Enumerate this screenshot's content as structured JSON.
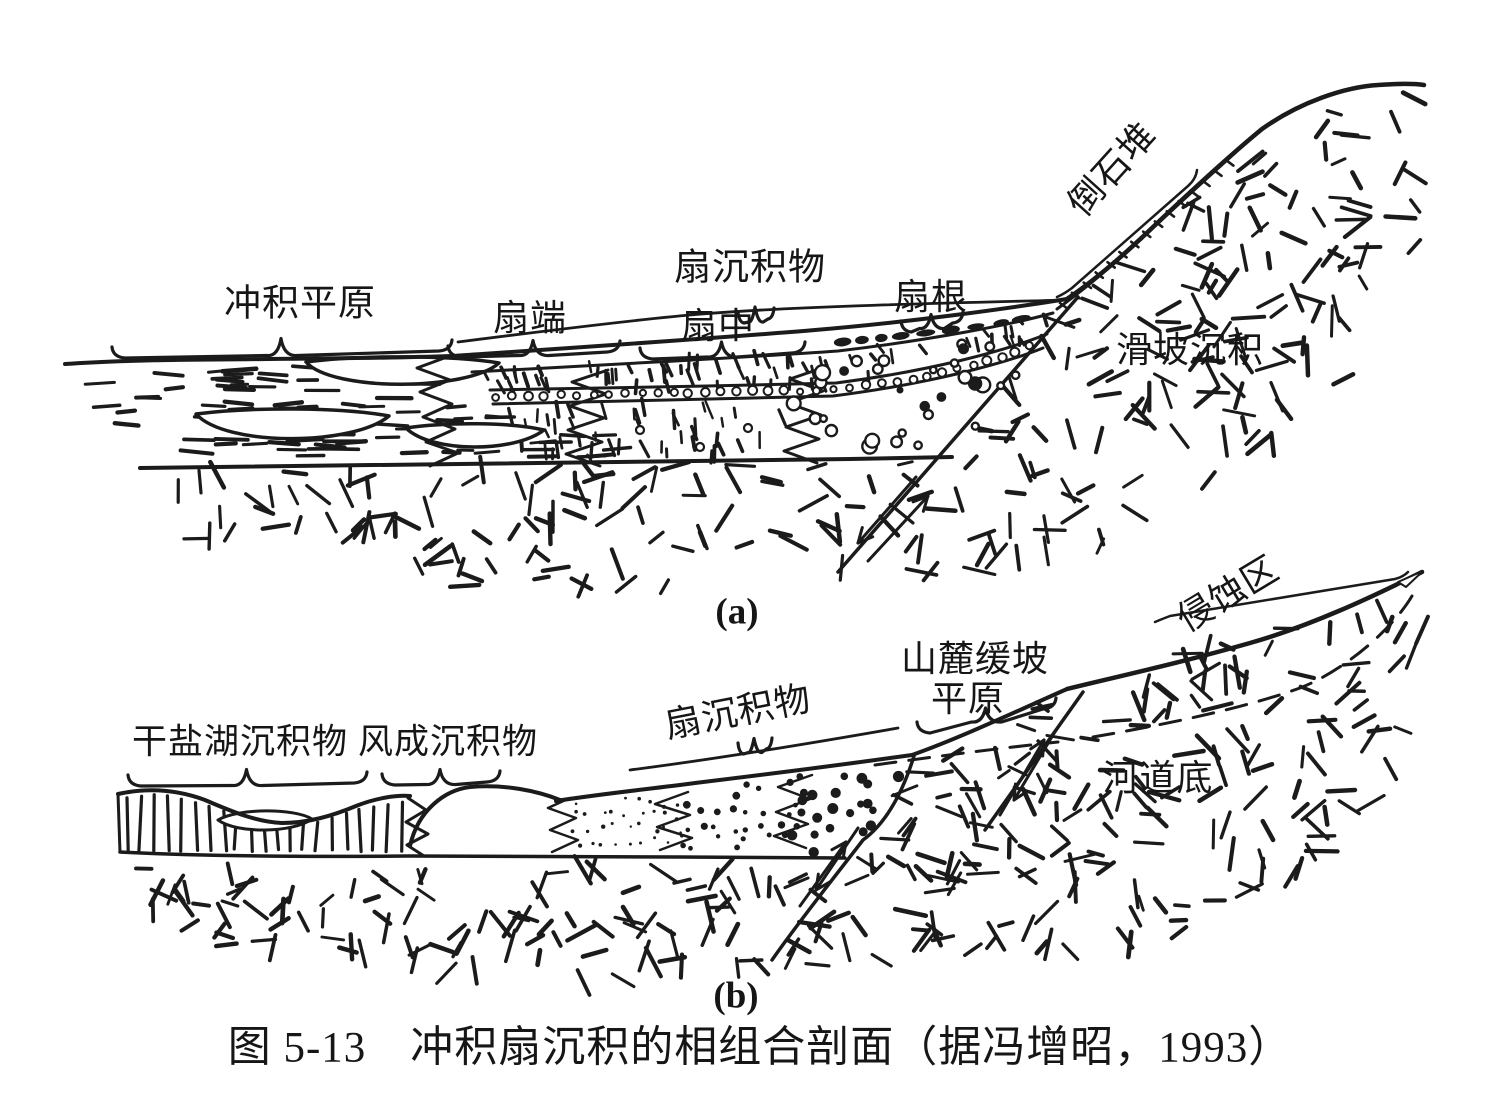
{
  "figure": {
    "caption": "图 5-13　冲积扇沉积的相组合剖面（据冯增昭，1993）",
    "colors": {
      "ink": "#1b1b1b",
      "paper": "#ffffff"
    },
    "panel_a": {
      "marker": "(a)",
      "labels": {
        "alluvial_plain": "冲积平原",
        "fan_deposits": "扇沉积物",
        "fan_toe": "扇端",
        "fan_mid": "扇中",
        "fan_root": "扇根",
        "talus": "倒石堆",
        "landslide_deposits": "滑坡沉积"
      }
    },
    "panel_b": {
      "marker": "(b)",
      "labels": {
        "dry_playa_deposits": "干盐湖沉积物",
        "aeolian_deposits": "风成沉积物",
        "fan_deposits": "扇沉积物",
        "piedmont_slope_line1": "山麓缓坡",
        "piedmont_slope_line2": "平原",
        "erosion_area": "侵蚀区",
        "channel_bottom": "河道底"
      }
    }
  }
}
